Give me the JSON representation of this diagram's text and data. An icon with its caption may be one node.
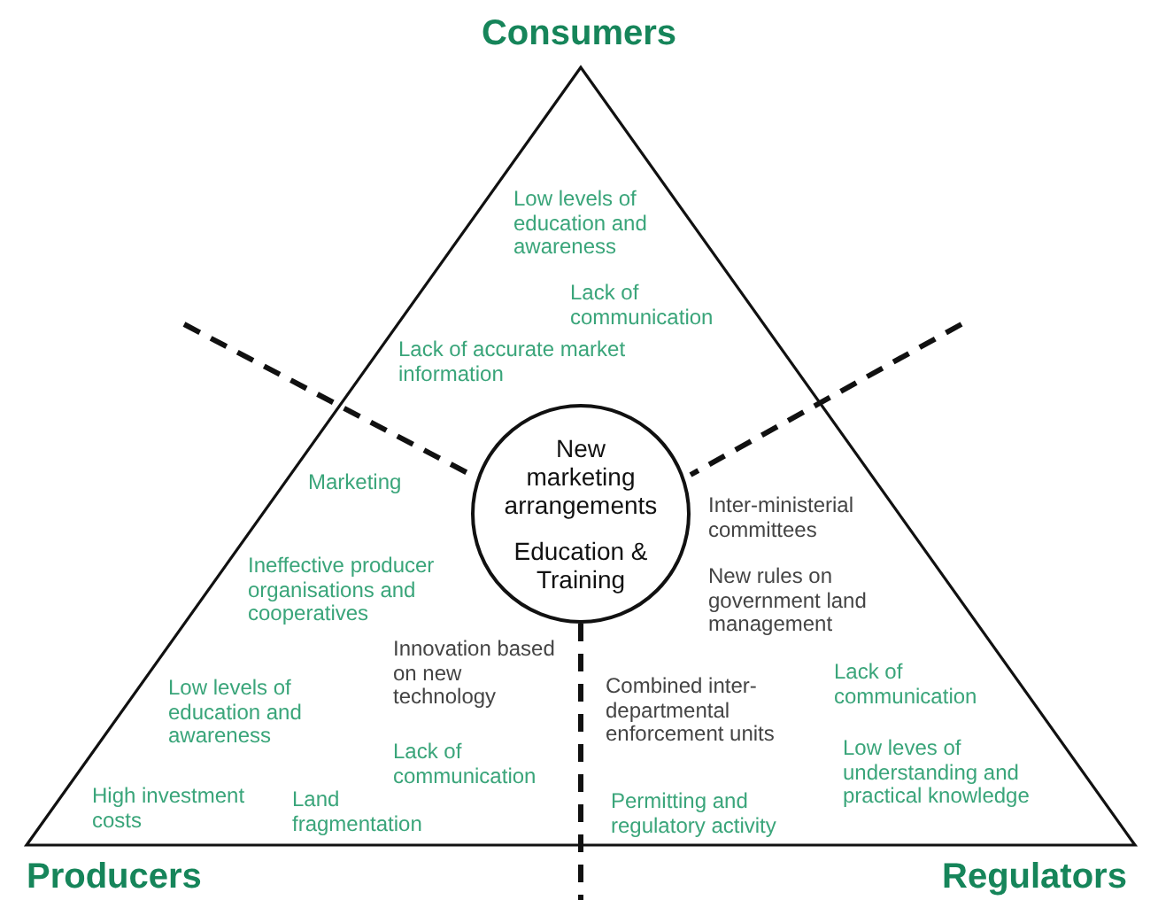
{
  "diagram": {
    "nodes": [
      {
        "text": [
          "New marketing arrangements",
          "Education & Training"
        ]
      }
    ],
    "edges": [],
    "labels": [
      "Consumers",
      "Low levels of education and awareness",
      "Lack of communication",
      "Lack of accurate market information",
      "Marketing",
      "Inter-ministerial committees",
      "Ineffective producer organisations and cooperatives",
      "New rules on government land management",
      "Innovation based on new technology",
      "Low levels of education and awareness",
      "Combined inter-departmental enforcement units",
      "Lack of communication",
      "Lack of communication",
      "Low leves of understanding and practical knowledge",
      "High investment costs",
      "Land fragmentation",
      "Permitting and regulatory activity",
      "Producers",
      "Regulators"
    ]
  }
}
